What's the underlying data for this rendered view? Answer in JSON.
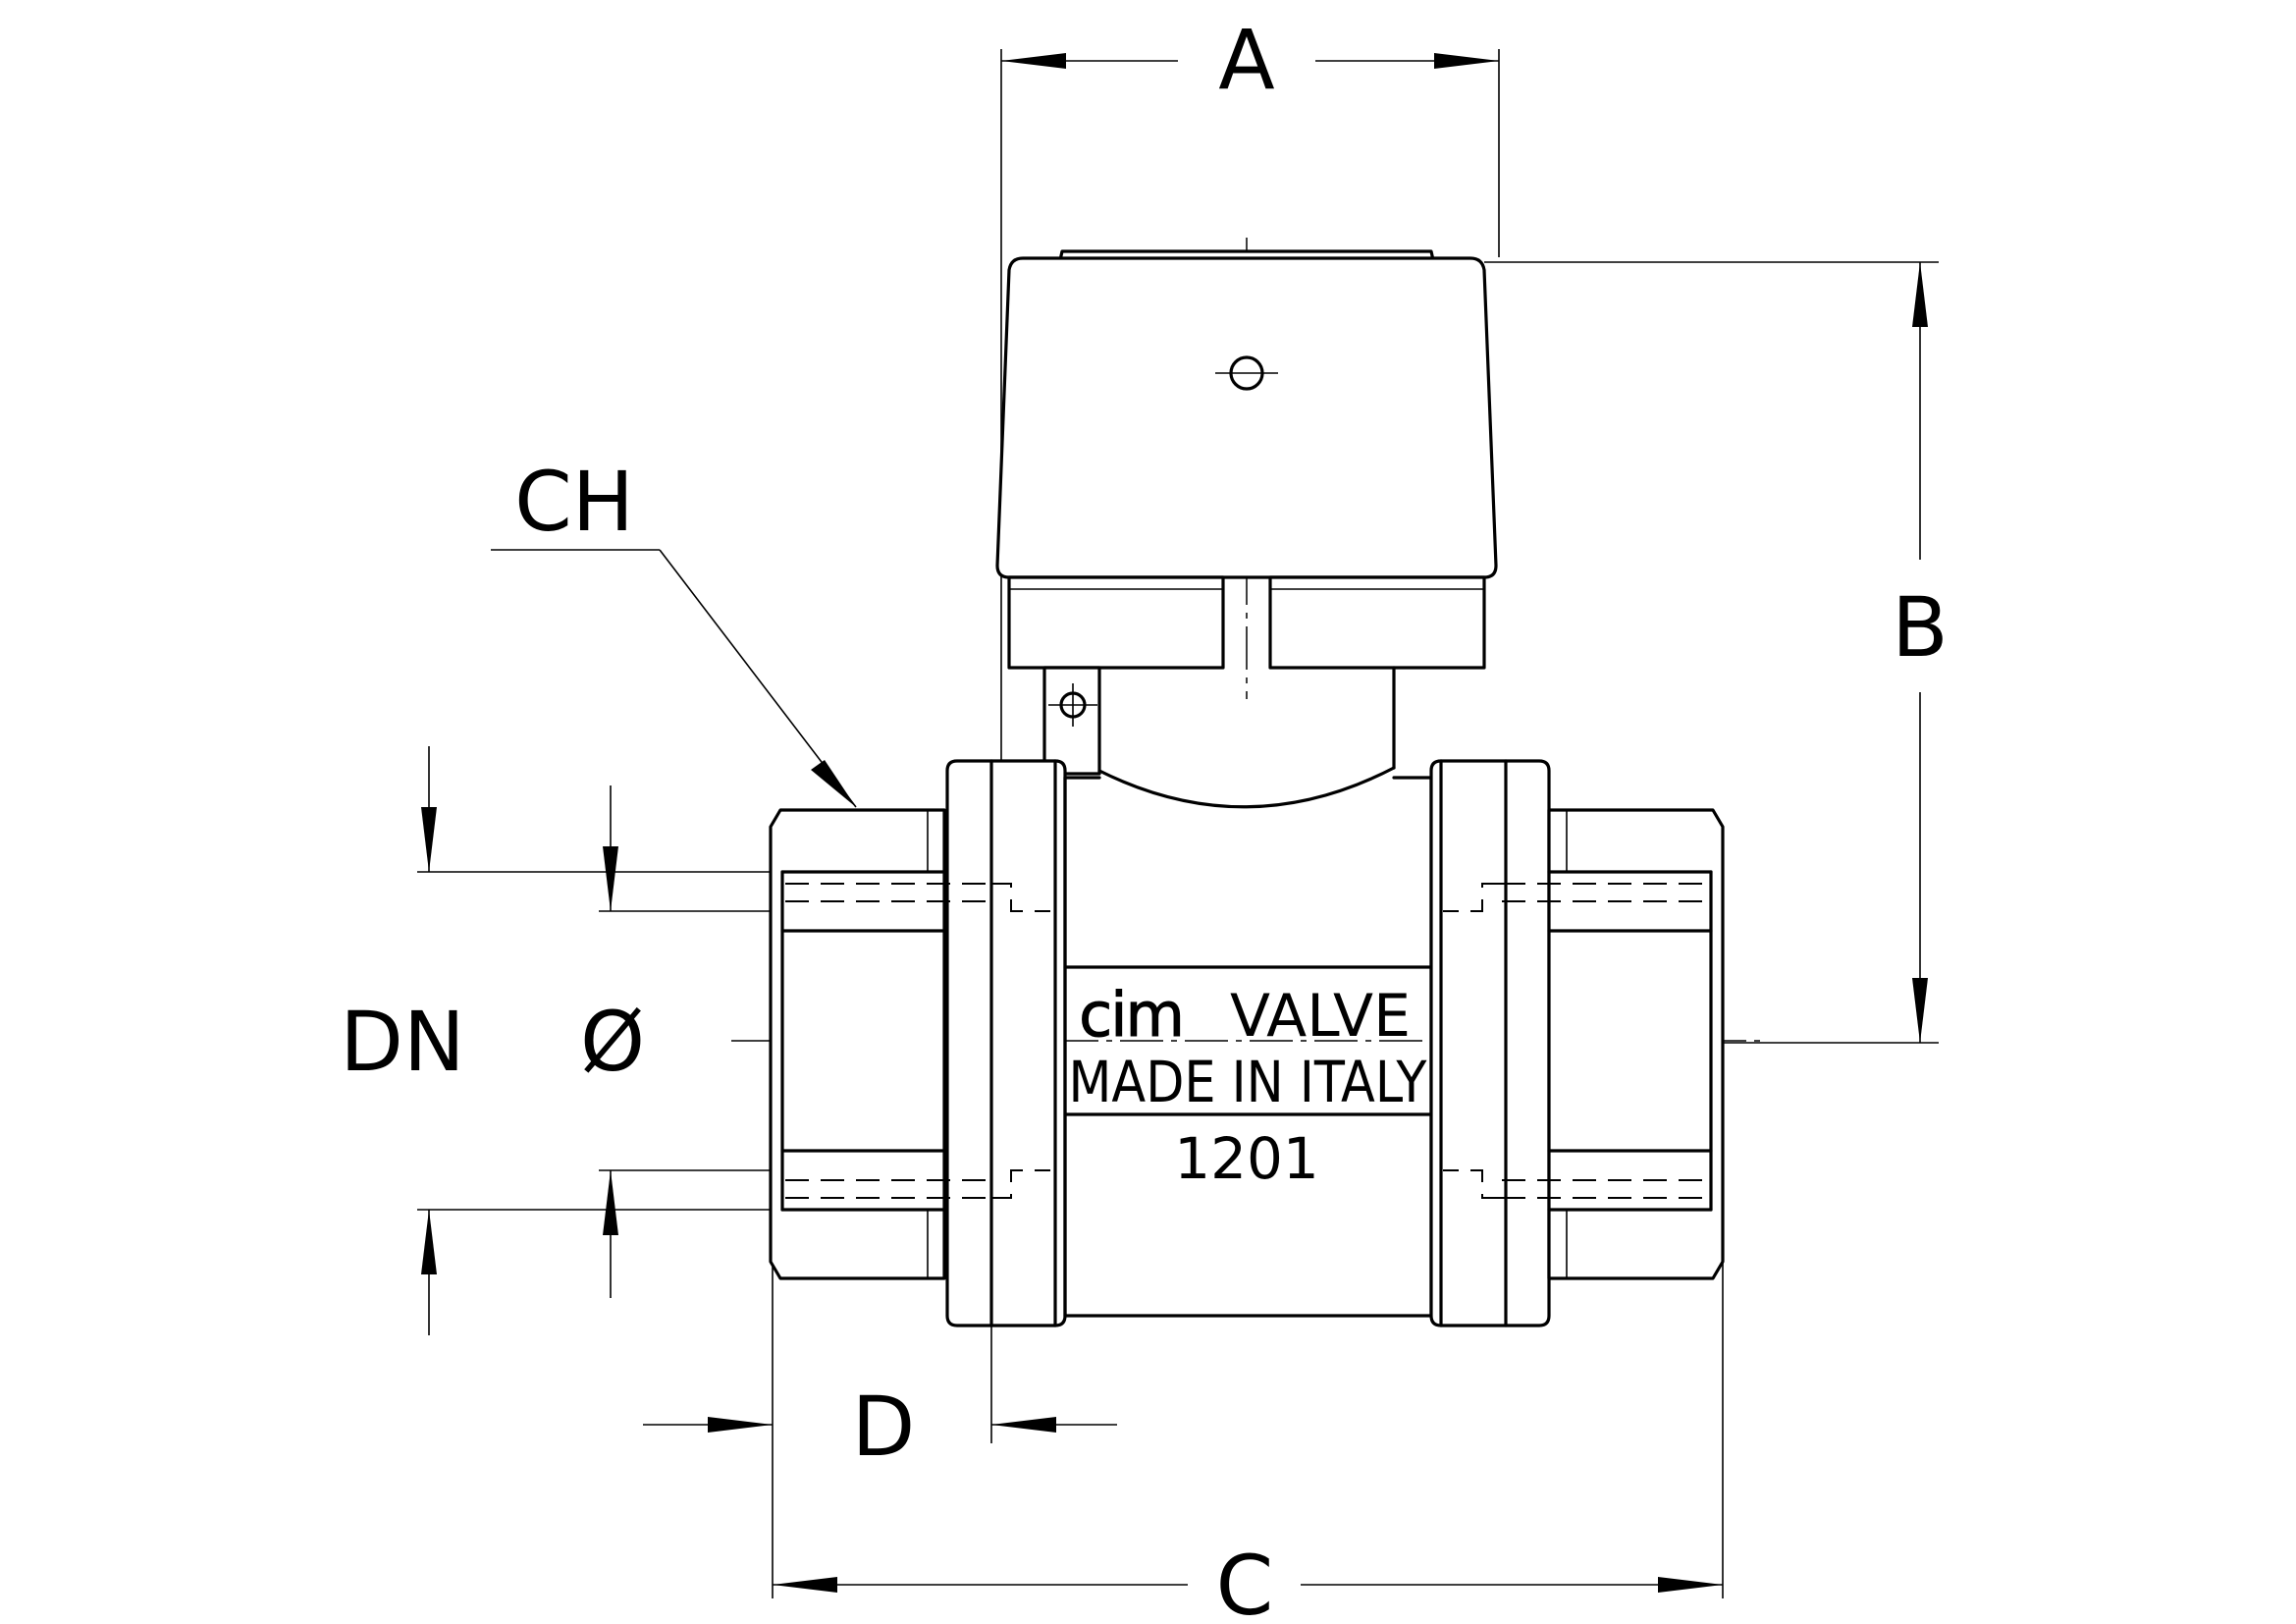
{
  "dimension_labels": {
    "A": "A",
    "B": "B",
    "C": "C",
    "D": "D",
    "CH": "CH",
    "DN": "DN",
    "diameter": "Ø"
  },
  "body_marking": {
    "logo": "cim",
    "brand": "VALVE",
    "origin": "MADE IN ITALY",
    "model": "1201"
  }
}
